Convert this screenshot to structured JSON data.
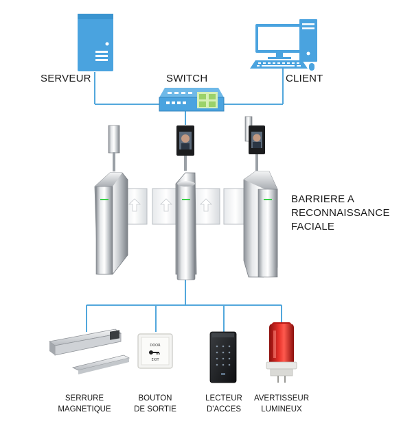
{
  "nodes": {
    "server": {
      "label": "SERVEUR"
    },
    "switch": {
      "label": "SWITCH"
    },
    "client": {
      "label": "CLIENT"
    },
    "barrier": {
      "label_lines": [
        "BARRIERE A",
        "RECONNAISSANCE",
        "FACIALE"
      ]
    },
    "lock": {
      "label_lines": [
        "SERRURE",
        "MAGNETIQUE"
      ]
    },
    "exit_button": {
      "label_lines": [
        "BOUTON",
        "DE SORTIE"
      ],
      "plate_text_top": "DOOR",
      "plate_text_bottom": "EXIT"
    },
    "reader": {
      "label_lines": [
        "LECTEUR",
        "D'ACCES"
      ]
    },
    "beacon": {
      "label_lines": [
        "AVERTISSEUR",
        "LUMINEUX"
      ]
    }
  },
  "colors": {
    "connector": "#52a7dc",
    "server": "#4aa3df",
    "switch": "#4aa3df",
    "monitor": "#4aa3df",
    "steel": "#c9ccd0",
    "beacon_red": "#d9201c",
    "status_green": "#3bd14a"
  }
}
